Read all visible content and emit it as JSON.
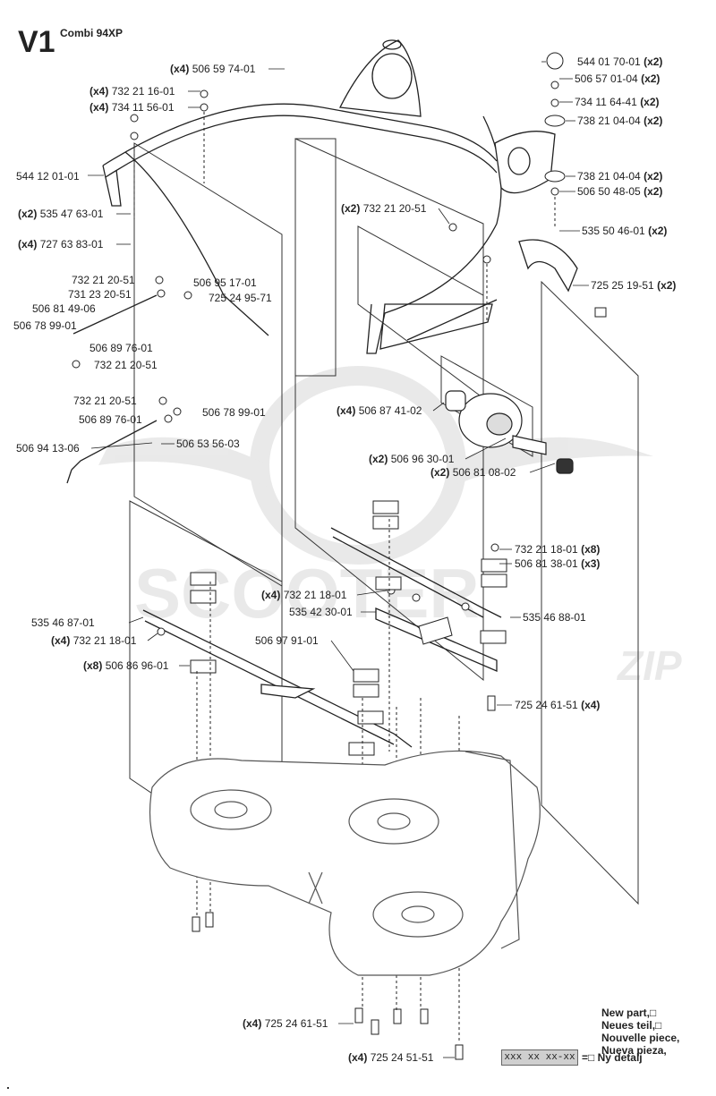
{
  "header": {
    "title": "V1",
    "subtitle": "Combi 94XP"
  },
  "watermark": {
    "brand": "SCOOTER",
    "suffix": "ZIP"
  },
  "parts": {
    "p1": {
      "qty": "(x4)",
      "code": "506 59 74-01"
    },
    "p2": {
      "qty": "(x4)",
      "code": "732 21 16-01"
    },
    "p3": {
      "qty": "(x4)",
      "code": "734 11 56-01"
    },
    "p4": {
      "qty": "",
      "code": "544 12 01-01"
    },
    "p5": {
      "qty": "(x2)",
      "code": "535 47 63-01"
    },
    "p6": {
      "qty": "(x4)",
      "code": "727 63 83-01"
    },
    "p7": {
      "qty": "",
      "code": "732 21 20-51"
    },
    "p8": {
      "qty": "",
      "code": "506 95 17-01"
    },
    "p9": {
      "qty": "",
      "code": "731 23 20-51"
    },
    "p10": {
      "qty": "",
      "code": "725 24 95-71"
    },
    "p11": {
      "qty": "",
      "code": "506 81 49-06"
    },
    "p12": {
      "qty": "",
      "code": "506 78 99-01"
    },
    "p13": {
      "qty": "",
      "code": "506 89 76-01"
    },
    "p14": {
      "qty": "",
      "code": "732 21 20-51"
    },
    "p15": {
      "qty": "",
      "code": "732 21 20-51"
    },
    "p16": {
      "qty": "",
      "code": "506 78 99-01"
    },
    "p17": {
      "qty": "",
      "code": "506 89 76-01"
    },
    "p18": {
      "qty": "",
      "code": "506 94 13-06"
    },
    "p19": {
      "qty": "",
      "code": "506 53 56-03"
    },
    "p20": {
      "qty": "(x2)",
      "code": "544 01 70-01"
    },
    "p21": {
      "qty": "(x2)",
      "code": "506 57 01-04"
    },
    "p22": {
      "qty": "(x2)",
      "code": "734 11 64-41"
    },
    "p23": {
      "qty": "(x2)",
      "code": "738 21 04-04"
    },
    "p24": {
      "qty": "(x2)",
      "code": "738 21 04-04"
    },
    "p25": {
      "qty": "(x2)",
      "code": "506 50 48-05"
    },
    "p26": {
      "qty": "(x2)",
      "code": "732 21 20-51"
    },
    "p27": {
      "qty": "(x2)",
      "code": "535 50 46-01"
    },
    "p28": {
      "qty": "(x2)",
      "code": "725 25 19-51"
    },
    "p29": {
      "qty": "(x4)",
      "code": "506 87 41-02"
    },
    "p30": {
      "qty": "(x2)",
      "code": "506 96 30-01"
    },
    "p31": {
      "qty": "(x2)",
      "code": "506 81 08-02"
    },
    "p32": {
      "qty": "(x8)",
      "code": "732 21 18-01"
    },
    "p33": {
      "qty": "(x3)",
      "code": "506 81 38-01"
    },
    "p34": {
      "qty": "(x4)",
      "code": "732 21 18-01"
    },
    "p35": {
      "qty": "",
      "code": "535 42 30-01"
    },
    "p36": {
      "qty": "",
      "code": "535 46 88-01"
    },
    "p37": {
      "qty": "",
      "code": "535 46 87-01"
    },
    "p38": {
      "qty": "(x4)",
      "code": "732 21 18-01"
    },
    "p39": {
      "qty": "(x8)",
      "code": "506 86 96-01"
    },
    "p40": {
      "qty": "",
      "code": "506 97 91-01"
    },
    "p41": {
      "qty": "(x4)",
      "code": "725 24 61-51"
    },
    "p42": {
      "qty": "(x4)",
      "code": "725 24 61-51"
    },
    "p43": {
      "qty": "(x4)",
      "code": "725 24 51-51"
    }
  },
  "legend": {
    "lines": [
      "New part,□",
      "Neues teil,□",
      "Nouvelle piece,",
      "Nueva pieza,"
    ],
    "box": "xxx xx xx-xx",
    "eq": "=□ Ny detalj"
  }
}
